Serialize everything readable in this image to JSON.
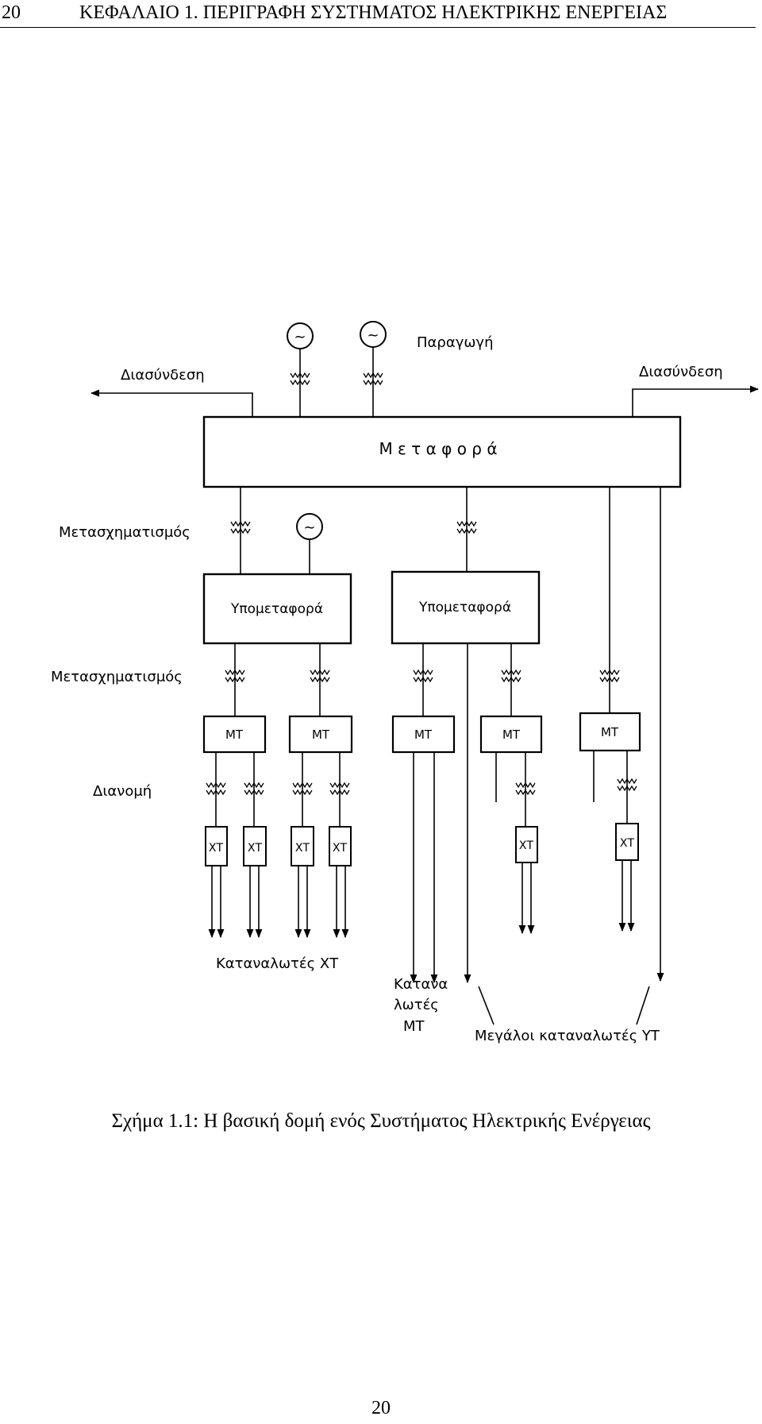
{
  "header": {
    "page_number": "20",
    "chapter_title": "ΚΕΦΑΛΑΙΟ 1.  ΠΕΡΙΓΡΑΦΗ ΣΥΣΤΗΜΑΤΟΣ ΗΛΕΚΤΡΙΚΗΣ ΕΝΕΡΓΕΙΑΣ"
  },
  "figure": {
    "generation_label": "Παραγωγή",
    "interconnection_left": "Διασύνδεση",
    "interconnection_right": "Διασύνδεση",
    "transmission": "Μ ε τ α φ ο ρ ά",
    "transformation_1": "Μετασχηματισμός",
    "transformation_2": "Μετασχηματισμός",
    "subtransmission_1": "Υπομεταφορά",
    "subtransmission_2": "Υπομεταφορά",
    "mv_label": "ΜΤ",
    "lv_label": "ΧΤ",
    "distribution": "Διανομή",
    "lv_consumers": "Καταναλωτές ΧΤ",
    "mv_consumers_line1": "Κατανα",
    "mv_consumers_line2": "λωτές",
    "mv_consumers_line3": "ΜΤ",
    "hv_consumers": "Μεγάλοι καταναλωτές ΥΤ",
    "generator_symbol": "~"
  },
  "caption": "Σχήμα 1.1: Η βασική δομή ενός Συστήματος Ηλεκτρικής Ενέργειας",
  "footer": {
    "page_number": "20"
  }
}
